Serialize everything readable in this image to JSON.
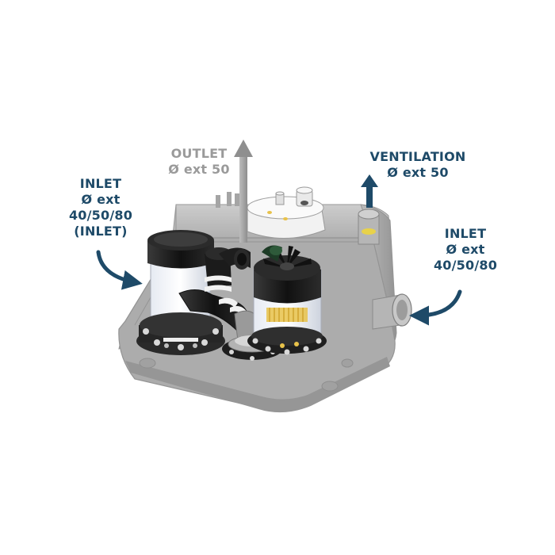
{
  "colors": {
    "callout": "#1e4a68",
    "outlet": "#9a9a9a",
    "housing": "#9d9d9d",
    "pump_body": "#1c1c1c",
    "impeller_ring": "#e8c24a",
    "background": "#ffffff"
  },
  "labels": {
    "outlet": {
      "line1": "OUTLET",
      "line2": "Ø ext 50"
    },
    "ventilation": {
      "line1": "VENTILATION",
      "line2": "Ø ext 50"
    },
    "inlet_left": {
      "line1": "INLET",
      "line2": "Ø ext",
      "line3": "40/50/80",
      "line4": "(INLET)"
    },
    "inlet_right": {
      "line1": "INLET",
      "line2": "Ø ext",
      "line3": "40/50/80"
    }
  }
}
